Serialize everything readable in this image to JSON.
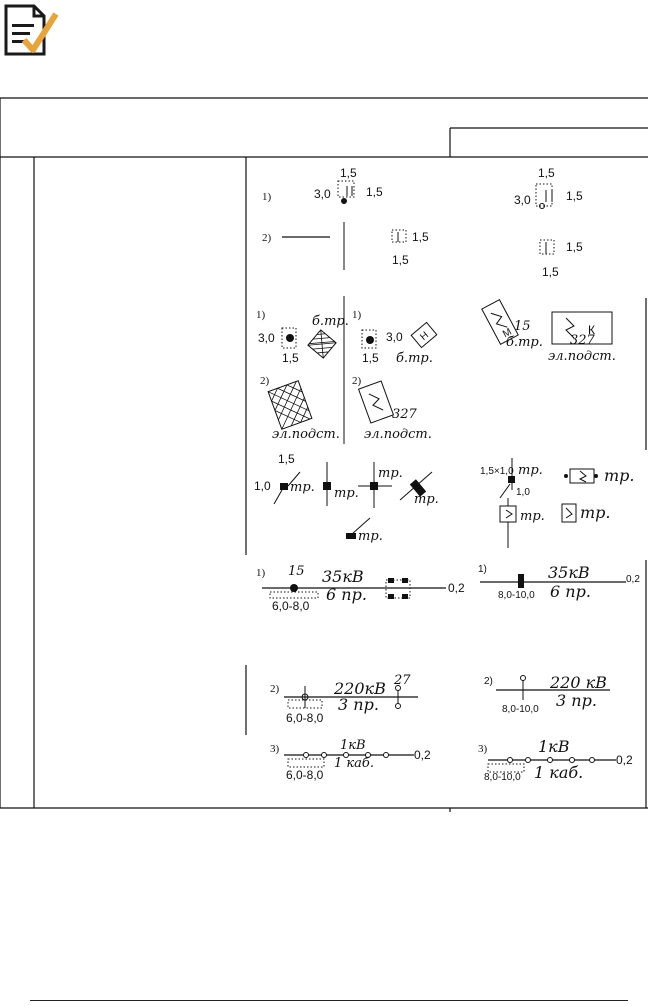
{
  "figures": {
    "cell1": {
      "marker_1": "1)",
      "marker_2": "2)",
      "dim_top": "1,5",
      "dim_left": "3,0",
      "dim_right": "1,5",
      "dim2_right": "1,5",
      "dim2_bottom": "1,5",
      "alt_dim_top": "1,5",
      "alt_dim_left": "3,0",
      "alt_dim_right": "1,5",
      "alt2_right": "1,5",
      "alt2_bottom": "1,5"
    },
    "cell2": {
      "marker_1a": "1)",
      "marker_1b": "1)",
      "marker_2a": "2)",
      "marker_2b": "2)",
      "dim_left_a": "3,0",
      "dim_bottom_a": "1,5",
      "label_btr_a": "б.тр.",
      "dim_right_b": "3,0",
      "dim_bottom_b": "1,5",
      "label_btr_b": "б.тр.",
      "label_elpodst_a": "эл.подст.",
      "num_327_b": "327",
      "label_elpodst_b": "эл.подст.",
      "letter_h_b": "Н",
      "alt_num_15": "15",
      "alt_label_btr": "б.тр.",
      "alt_letter_h": "К",
      "alt_num_327": "327",
      "alt_label_elpodst": "эл.подст.",
      "letter_m": "М"
    },
    "cell3": {
      "dim_top": "1,5",
      "dim_left": "1,0",
      "label_tp_1": "тр.",
      "label_tp_2": "тр.",
      "label_tp_3": "тр.",
      "label_tp_4": "тр.",
      "label_tp_5": "тр.",
      "alt_dim": "1,5×1,0",
      "alt_label_tp_1": "тр.",
      "alt_dim_bottom": "1,0",
      "alt_label_tp_2": "тр.",
      "alt_label_tp_3": "тр.",
      "alt_label_tp_4": "тр."
    },
    "cell4": {
      "marker_1": "1)",
      "num_15": "15",
      "voltage": "35кВ",
      "wires": "6 пр.",
      "dim_right": "0,2",
      "span": "6,0-8,0",
      "alt_marker": "1)",
      "alt_voltage": "35кВ",
      "alt_wires": "6 пр.",
      "alt_dim_right": "0,2",
      "alt_span": "8,0-10,0"
    },
    "cell5": {
      "marker_2": "2)",
      "voltage": "220кВ",
      "wires": "3 пр.",
      "num_27": "27",
      "span": "6,0-8,0",
      "alt_marker": "2)",
      "alt_voltage": "220 кВ",
      "alt_wires": "3 пр.",
      "alt_span": "8,0-10,0"
    },
    "cell6": {
      "marker_3": "3)",
      "voltage": "1кВ",
      "cable": "1 каб.",
      "dim_right": "0,2",
      "span": "6,0-8,0",
      "alt_marker": "3)",
      "alt_voltage": "1кВ",
      "alt_cable": "1 каб.",
      "alt_dim_right": "0,2",
      "alt_span": "8,0-10,0"
    }
  },
  "colors": {
    "icon_check": "#E8A33A",
    "icon_doc": "#1a1a1a",
    "rule": "#222222"
  }
}
